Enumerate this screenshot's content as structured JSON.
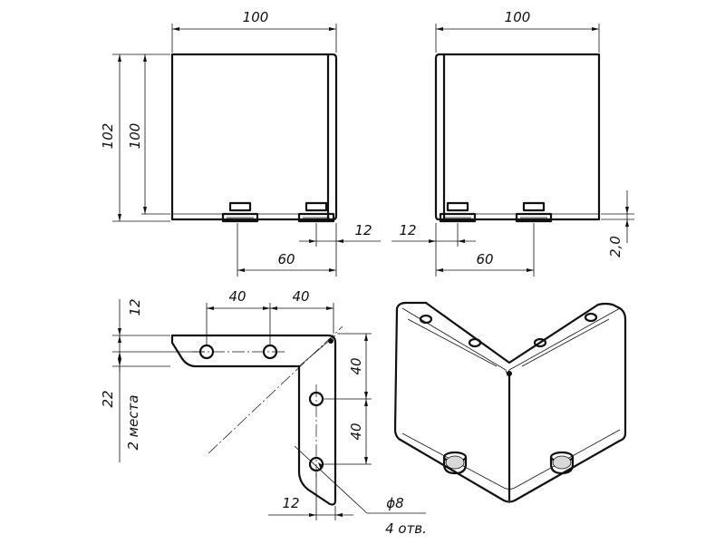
{
  "drawing": {
    "front_view": {
      "width_label": "100",
      "height_total_label": "102",
      "height_label": "100",
      "hole_offset_label": "12",
      "hole_spacing_label": "60"
    },
    "side_view": {
      "width_label": "100",
      "hole_offset_label": "12",
      "hole_spacing_label": "60",
      "thickness_label": "2,0"
    },
    "flat_pattern": {
      "hole_pitch_a_label": "40",
      "hole_pitch_b_label": "40",
      "edge_offset_label": "12",
      "flange_width_label": "22",
      "places_note": "2 места",
      "vertical_pitch_a_label": "40",
      "vertical_pitch_b_label": "40",
      "bottom_offset_label": "12",
      "hole_diameter_label": "ϕ8",
      "hole_count_note": "4 отв."
    }
  }
}
